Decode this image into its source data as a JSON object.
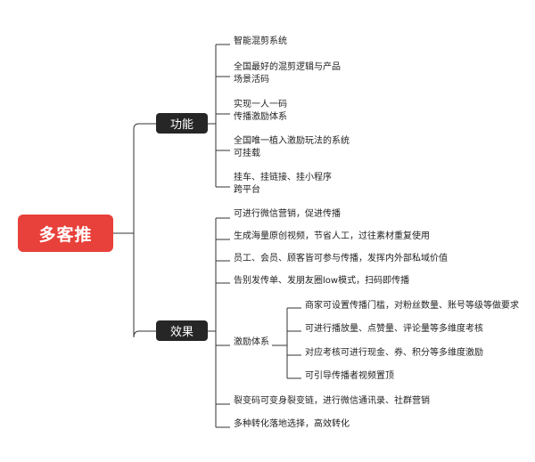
{
  "root": {
    "label": "多客推"
  },
  "branches": {
    "function": {
      "label": "功能",
      "items": [
        [
          "智能混剪系统"
        ],
        [
          "全国最好的混剪逻辑与产品",
          "场景活码"
        ],
        [
          "实现一人一码",
          "传播激励体系"
        ],
        [
          "全国唯一植入激励玩法的系统",
          "可挂载"
        ],
        [
          "挂车、挂链接、挂小程序",
          "跨平台"
        ]
      ]
    },
    "effect": {
      "label": "效果",
      "items": [
        "可进行微信营销，促进传播",
        "生成海量原创视频，节省人工，过往素材重复使用",
        "员工、会员、顾客皆可参与传播，发挥内外部私域价值",
        "告别发传单、发朋友圈low模式，扫码即传播",
        "裂变码可变身裂变链，进行微信通讯录、社群营销",
        "多种转化落地选择，高效转化"
      ],
      "incentive": {
        "label": "激励体系",
        "items": [
          "商家可设置传播门槛，对粉丝数量、账号等级等做要求",
          "可进行播放量、点赞量、评论量等多维度考核",
          "对应考核可进行现金、券、积分等多维度激励",
          "可引导传播者视频置顶"
        ]
      }
    }
  }
}
